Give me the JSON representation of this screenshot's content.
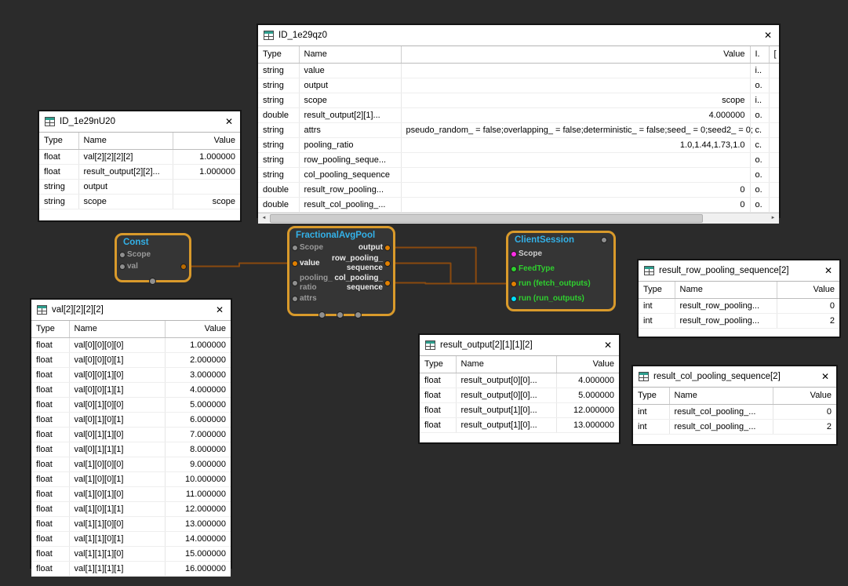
{
  "ui": {
    "close_glyph": "✕",
    "scroll_left_glyph": "◄",
    "scroll_right_glyph": "►"
  },
  "theme": {
    "canvas_bg": "#2b2b2b",
    "node_border": "#d99a2b",
    "node_bg": "#353535",
    "node_title_color": "#33b1e8",
    "wire_color": "#8a4a0f",
    "window_icon": "table-grid-icon"
  },
  "windows": [
    {
      "title": "ID_1e29qz0",
      "columns": [
        "Type",
        "Name",
        "Value",
        "I.",
        "["
      ],
      "rows": [
        [
          "string",
          "value",
          "",
          "i..",
          ""
        ],
        [
          "string",
          "output",
          "",
          "o.",
          ""
        ],
        [
          "string",
          "scope",
          "scope",
          "i..",
          ""
        ],
        [
          "double",
          "result_output[2][1]...",
          "4.000000",
          "o.",
          ""
        ],
        [
          "string",
          "attrs",
          "pseudo_random_ = false;overlapping_ = false;deterministic_ = false;seed_ = 0;seed2_ = 0;",
          "c.",
          ""
        ],
        [
          "string",
          "pooling_ratio",
          "1.0,1.44,1.73,1.0",
          "c.",
          ""
        ],
        [
          "string",
          "row_pooling_seque...",
          "",
          "o.",
          ""
        ],
        [
          "string",
          "col_pooling_sequence",
          "",
          "o.",
          ""
        ],
        [
          "double",
          "result_row_pooling...",
          "0",
          "o.",
          ""
        ],
        [
          "double",
          "result_col_pooling_...",
          "0",
          "o.",
          ""
        ]
      ]
    },
    {
      "title": "ID_1e29nU20",
      "columns": [
        "Type",
        "Name",
        "Value"
      ],
      "rows": [
        [
          "float",
          "val[2][2][2][2]",
          "1.000000"
        ],
        [
          "float",
          "result_output[2][2]...",
          "1.000000"
        ],
        [
          "string",
          "output",
          ""
        ],
        [
          "string",
          "scope",
          "scope"
        ]
      ]
    },
    {
      "title": "val[2][2][2][2]",
      "columns": [
        "Type",
        "Name",
        "Value"
      ],
      "rows": [
        [
          "float",
          "val[0][0][0][0]",
          "1.000000"
        ],
        [
          "float",
          "val[0][0][0][1]",
          "2.000000"
        ],
        [
          "float",
          "val[0][0][1][0]",
          "3.000000"
        ],
        [
          "float",
          "val[0][0][1][1]",
          "4.000000"
        ],
        [
          "float",
          "val[0][1][0][0]",
          "5.000000"
        ],
        [
          "float",
          "val[0][1][0][1]",
          "6.000000"
        ],
        [
          "float",
          "val[0][1][1][0]",
          "7.000000"
        ],
        [
          "float",
          "val[0][1][1][1]",
          "8.000000"
        ],
        [
          "float",
          "val[1][0][0][0]",
          "9.000000"
        ],
        [
          "float",
          "val[1][0][0][1]",
          "10.000000"
        ],
        [
          "float",
          "val[1][0][1][0]",
          "11.000000"
        ],
        [
          "float",
          "val[1][0][1][1]",
          "12.000000"
        ],
        [
          "float",
          "val[1][1][0][0]",
          "13.000000"
        ],
        [
          "float",
          "val[1][1][0][1]",
          "14.000000"
        ],
        [
          "float",
          "val[1][1][1][0]",
          "15.000000"
        ],
        [
          "float",
          "val[1][1][1][1]",
          "16.000000"
        ]
      ]
    },
    {
      "title": "result_output[2][1][1][2]",
      "columns": [
        "Type",
        "Name",
        "Value"
      ],
      "rows": [
        [
          "float",
          "result_output[0][0]...",
          "4.000000"
        ],
        [
          "float",
          "result_output[0][0]...",
          "5.000000"
        ],
        [
          "float",
          "result_output[1][0]...",
          "12.000000"
        ],
        [
          "float",
          "result_output[1][0]...",
          "13.000000"
        ]
      ]
    },
    {
      "title": "result_row_pooling_sequence[2]",
      "columns": [
        "Type",
        "Name",
        "Value"
      ],
      "rows": [
        [
          "int",
          "result_row_pooling...",
          "0"
        ],
        [
          "int",
          "result_row_pooling...",
          "2"
        ]
      ]
    },
    {
      "title": "result_col_pooling_sequence[2]",
      "columns": [
        "Type",
        "Name",
        "Value"
      ],
      "rows": [
        [
          "int",
          "result_col_pooling_...",
          "0"
        ],
        [
          "int",
          "result_col_pooling_...",
          "2"
        ]
      ]
    }
  ],
  "nodes": [
    {
      "id": "const",
      "title": "Const",
      "rows": [
        {
          "left": {
            "label": "Scope",
            "dot": "#8f8f8f",
            "label_color": "#9a9a9a"
          }
        },
        {
          "left": {
            "label": "val",
            "dot": "#8f8f8f",
            "label_color": "#9a9a9a"
          },
          "right": {
            "label": "",
            "dot": "#b96a00",
            "port": "const-out"
          }
        }
      ],
      "bottom_dots": [
        0.5
      ]
    },
    {
      "id": "fap",
      "title": "FractionalAvgPool",
      "rows": [
        {
          "left": {
            "label": "Scope",
            "dot": "#8f8f8f",
            "label_color": "#9a9a9a"
          },
          "right": {
            "label": "output",
            "dot": "#e07f00",
            "label_color": "#eaeaea",
            "port": "fap-out"
          }
        },
        {
          "left": {
            "label": "value",
            "dot": "#e07f00",
            "label_color": "#f0f0f0",
            "port": "fap-value"
          },
          "right": {
            "label": "row_pooling_\nsequence",
            "dot": "#e07f00",
            "label_color": "#eaeaea",
            "port": "fap-row"
          }
        },
        {
          "left": {
            "label": "pooling_\nratio",
            "dot": "#8f8f8f",
            "label_color": "#9a9a9a"
          },
          "right": {
            "label": "col_pooling_\nsequence",
            "dot": "#e07f00",
            "label_color": "#eaeaea",
            "port": "fap-col"
          }
        },
        {
          "left": {
            "label": "attrs",
            "dot": "#8f8f8f",
            "label_color": "#9a9a9a"
          }
        }
      ],
      "bottom_dots": [
        0.32,
        0.49,
        0.67
      ]
    },
    {
      "id": "cs",
      "title": "ClientSession",
      "title_dot": "#8f8f8f",
      "rows": [
        {
          "left": {
            "label": "Scope",
            "dot": "#ff2ee6",
            "label_color": "#cfcfcf"
          }
        },
        {
          "left": {
            "label": "FeedType",
            "dot": "#2fd02f",
            "label_color": "#2fd02f"
          }
        },
        {
          "left": {
            "label": "run (fetch_outputs)",
            "dot": "#e07f00",
            "label_color": "#2fd02f",
            "port": "cs-run-fetch"
          }
        },
        {
          "left": {
            "label": "run (run_outputs)",
            "dot": "#00e0ff",
            "label_color": "#2fd02f"
          }
        }
      ],
      "bottom_dots": []
    }
  ],
  "connections": [
    {
      "from": "const-out",
      "to": "fap-value"
    },
    {
      "from": "fap-out",
      "to": "cs-run-fetch"
    },
    {
      "from": "fap-row",
      "to": "cs-run-fetch"
    },
    {
      "from": "fap-col",
      "to": "cs-run-fetch"
    }
  ]
}
